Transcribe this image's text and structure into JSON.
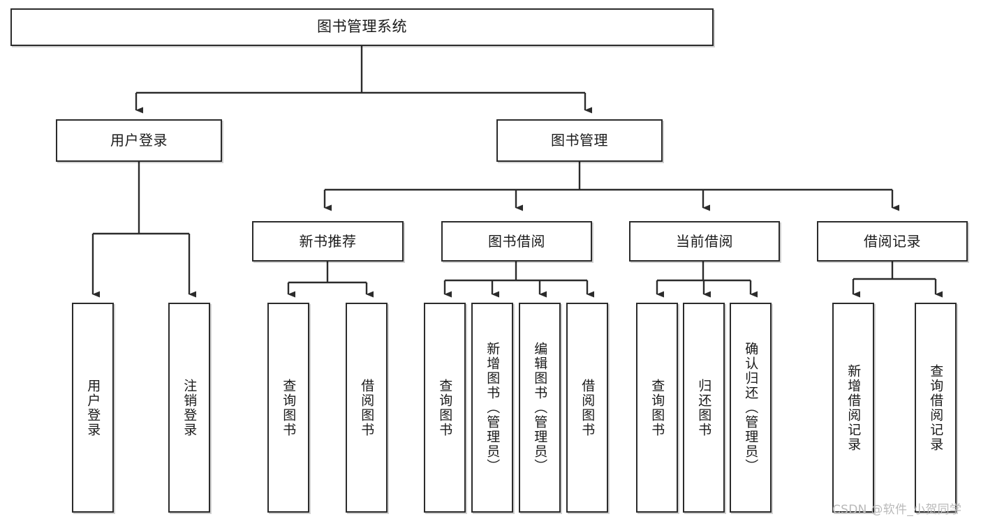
{
  "diagram": {
    "title": "图书管理系统",
    "type": "tree-hierarchy-diagram",
    "root": {
      "id": "root",
      "label": "图书管理系统"
    },
    "level2": [
      {
        "id": "user-login",
        "label": "用户登录"
      },
      {
        "id": "book-manage",
        "label": "图书管理"
      }
    ],
    "level3": [
      {
        "id": "new-book-recommend",
        "label": "新书推荐"
      },
      {
        "id": "book-borrow",
        "label": "图书借阅"
      },
      {
        "id": "current-borrow",
        "label": "当前借阅"
      },
      {
        "id": "borrow-record",
        "label": "借阅记录"
      }
    ],
    "leaves": [
      {
        "id": "leaf-user-login",
        "label": "用户登录",
        "parent": "user-login"
      },
      {
        "id": "leaf-logout-login",
        "label": "注销登录",
        "parent": "user-login"
      },
      {
        "id": "leaf-query-book-1",
        "label": "查询图书",
        "parent": "new-book-recommend"
      },
      {
        "id": "leaf-borrow-book-1",
        "label": "借阅图书",
        "parent": "new-book-recommend"
      },
      {
        "id": "leaf-query-book-2",
        "label": "查询图书",
        "parent": "book-borrow"
      },
      {
        "id": "leaf-add-book",
        "label": "新增图书（管理员）",
        "parent": "book-borrow"
      },
      {
        "id": "leaf-edit-book",
        "label": "编辑图书（管理员）",
        "parent": "book-borrow"
      },
      {
        "id": "leaf-borrow-book-2",
        "label": "借阅图书",
        "parent": "book-borrow"
      },
      {
        "id": "leaf-query-book-3",
        "label": "查询图书",
        "parent": "current-borrow"
      },
      {
        "id": "leaf-return-book",
        "label": "归还图书",
        "parent": "current-borrow"
      },
      {
        "id": "leaf-confirm-return",
        "label": "确认归还（管理员）",
        "parent": "current-borrow"
      },
      {
        "id": "leaf-add-record",
        "label": "新增借阅记录",
        "parent": "borrow-record"
      },
      {
        "id": "leaf-query-record",
        "label": "查询借阅记录",
        "parent": "borrow-record"
      }
    ],
    "watermark": "CSDN @软件_小贺同学",
    "colors": {
      "stroke": "#2b2b2b",
      "fill": "#ffffff",
      "text": "#1a1a1a",
      "watermark": "#b9b9b9"
    }
  }
}
